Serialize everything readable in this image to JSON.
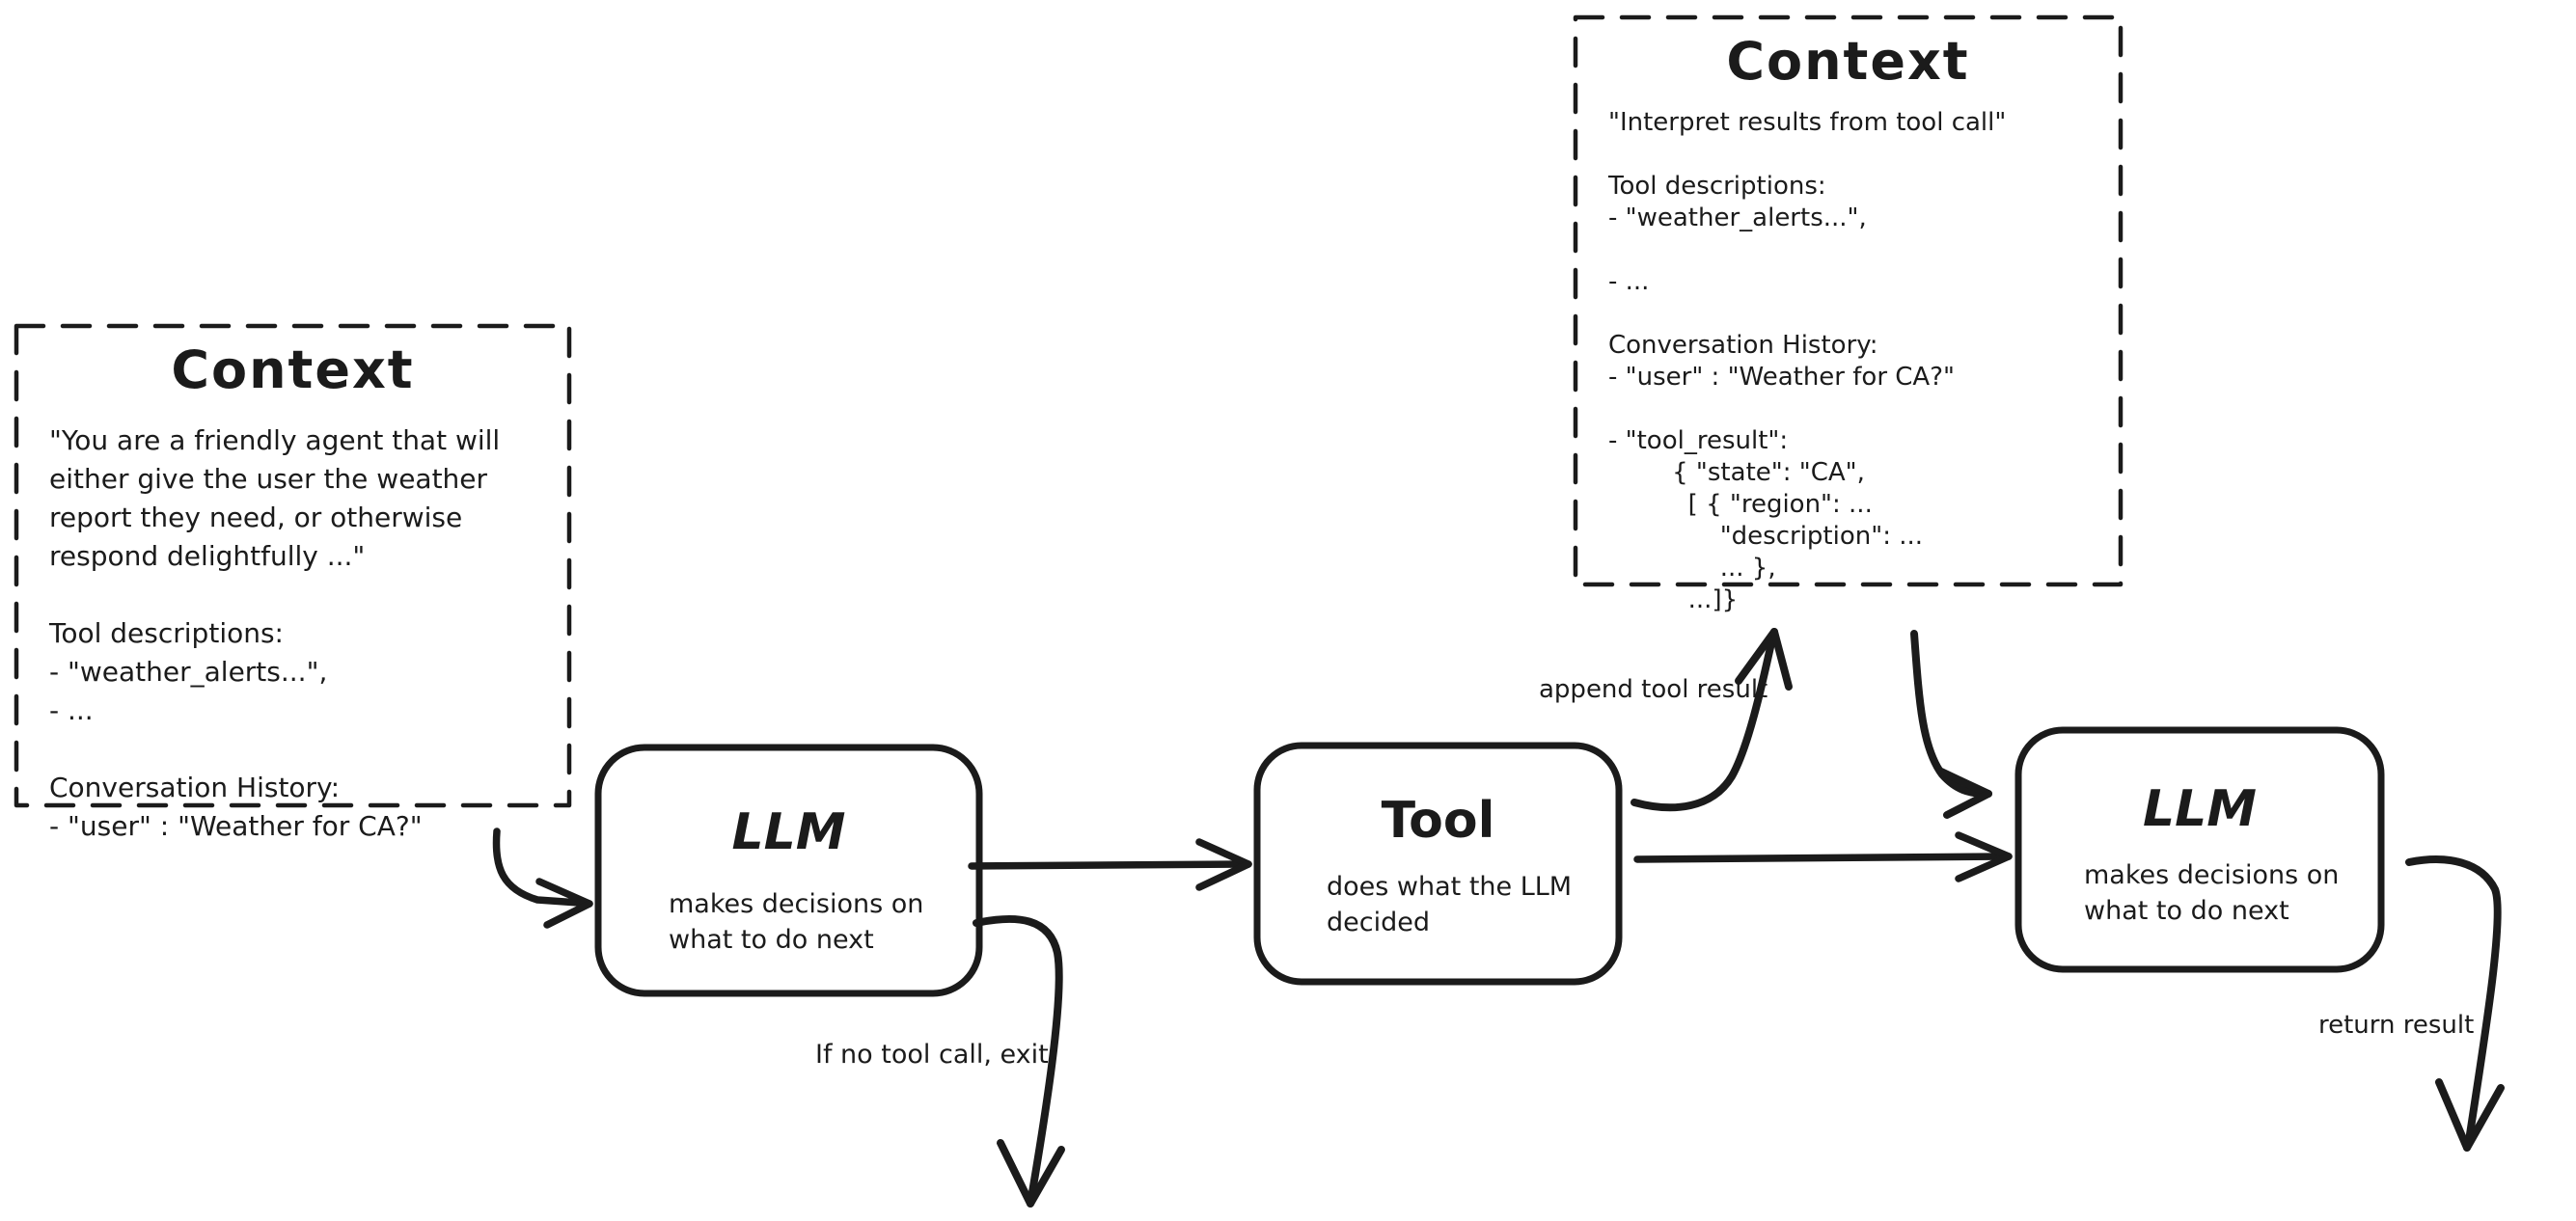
{
  "diagram": {
    "background": "#ffffff",
    "stroke_color": "#1b1b1b"
  },
  "context_boxes": [
    {
      "title": "Context",
      "body": "\"You are a friendly agent that will\neither give the user the weather\nreport they need, or otherwise\nrespond delightfully ...\"\n\nTool descriptions:\n- \"weather_alerts...\",\n- ...\n\nConversation History:\n- \"user\" : \"Weather for CA?\""
    },
    {
      "title": "Context",
      "body": "\"Interpret results from tool call\"\n\nTool descriptions:\n- \"weather_alerts...\",\n\n- ...\n\nConversation History:\n- \"user\" : \"Weather for CA?\"\n\n- \"tool_result\":\n        { \"state\": \"CA\",\n          [ { \"region\": ...\n              \"description\": ...\n              ... },\n          ...]}"
    }
  ],
  "nodes": [
    {
      "id": "llm-1",
      "title": "LLM",
      "description": "makes decisions on\nwhat to do next"
    },
    {
      "id": "tool",
      "title": "Tool",
      "description": "does what the LLM\ndecided"
    },
    {
      "id": "llm-2",
      "title": "LLM",
      "description": "makes decisions on\nwhat to do next"
    }
  ],
  "edge_labels": {
    "append_tool_result": "append tool result",
    "if_no_tool_call": "If no tool call, exit",
    "return_result": "return result"
  }
}
